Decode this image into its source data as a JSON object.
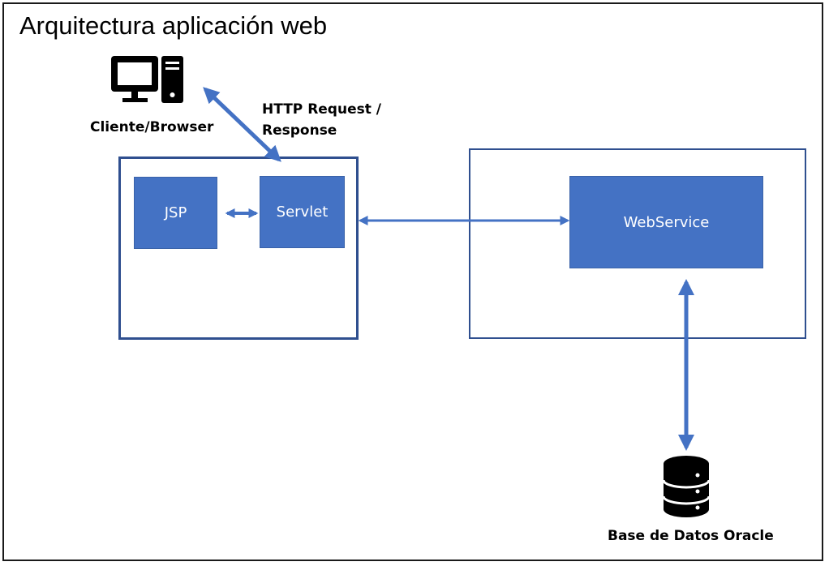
{
  "title": "Arquitectura aplicación web",
  "client": {
    "label": "Cliente/Browser",
    "icon": "desktop-computer-icon"
  },
  "protocol": {
    "line1": "HTTP Request /",
    "line2": "Response"
  },
  "components": {
    "jsp": "JSP",
    "servlet": "Servlet",
    "webservice": "WebService"
  },
  "database": {
    "label": "Base de Datos Oracle",
    "icon": "database-icon"
  },
  "colors": {
    "component_fill": "#4472c4",
    "container_border": "#2f4f8f",
    "arrow": "#4472c4"
  }
}
